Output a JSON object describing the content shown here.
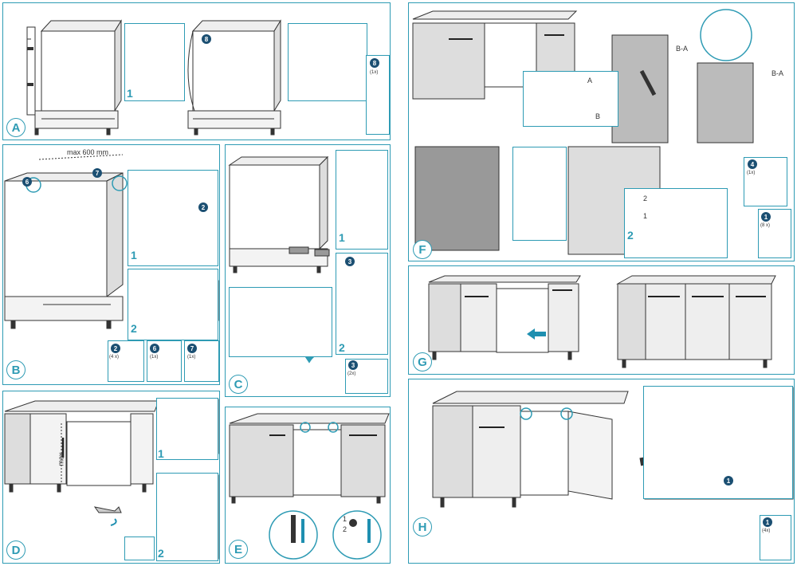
{
  "panels": {
    "A": {
      "step": "A",
      "sub": "1",
      "part_badge": "8",
      "part_qty": "(1x)",
      "note_badge": "8"
    },
    "B": {
      "step": "B",
      "dim_label": "max 600 mm",
      "sub1": "1",
      "sub2": "2",
      "badge_6": "6",
      "badge_7": "7",
      "badge_2": "2",
      "parts": [
        {
          "badge": "2",
          "qty": "(4 x)"
        },
        {
          "badge": "6",
          "qty": "(1x)"
        },
        {
          "badge": "7",
          "qty": "(1x)"
        }
      ]
    },
    "C": {
      "step": "C",
      "sub1": "1",
      "sub2": "2",
      "badge_3": "3",
      "part_badge": "3",
      "part_qty": "(2x)"
    },
    "D": {
      "step": "D",
      "max_label": "max",
      "sub1": "1",
      "sub2": "2"
    },
    "E": {
      "step": "E",
      "n1": "1",
      "n2": "2"
    },
    "F": {
      "step": "F",
      "label_a": "A",
      "label_b": "B",
      "ba1": "B-A",
      "ba2": "B-A",
      "sub2": "2",
      "n1": "1",
      "n2": "2",
      "parts": [
        {
          "badge": "4",
          "qty": "(1x)"
        },
        {
          "badge": "1",
          "qty": "(8 x)"
        }
      ]
    },
    "G": {
      "step": "G"
    },
    "H": {
      "step": "H",
      "badge_1": "1",
      "part_badge": "1",
      "part_qty": "(4x)"
    }
  },
  "colors": {
    "accent": "#2e9bb4",
    "arrow": "#1e8fb0",
    "dark": "#1b4f72"
  }
}
